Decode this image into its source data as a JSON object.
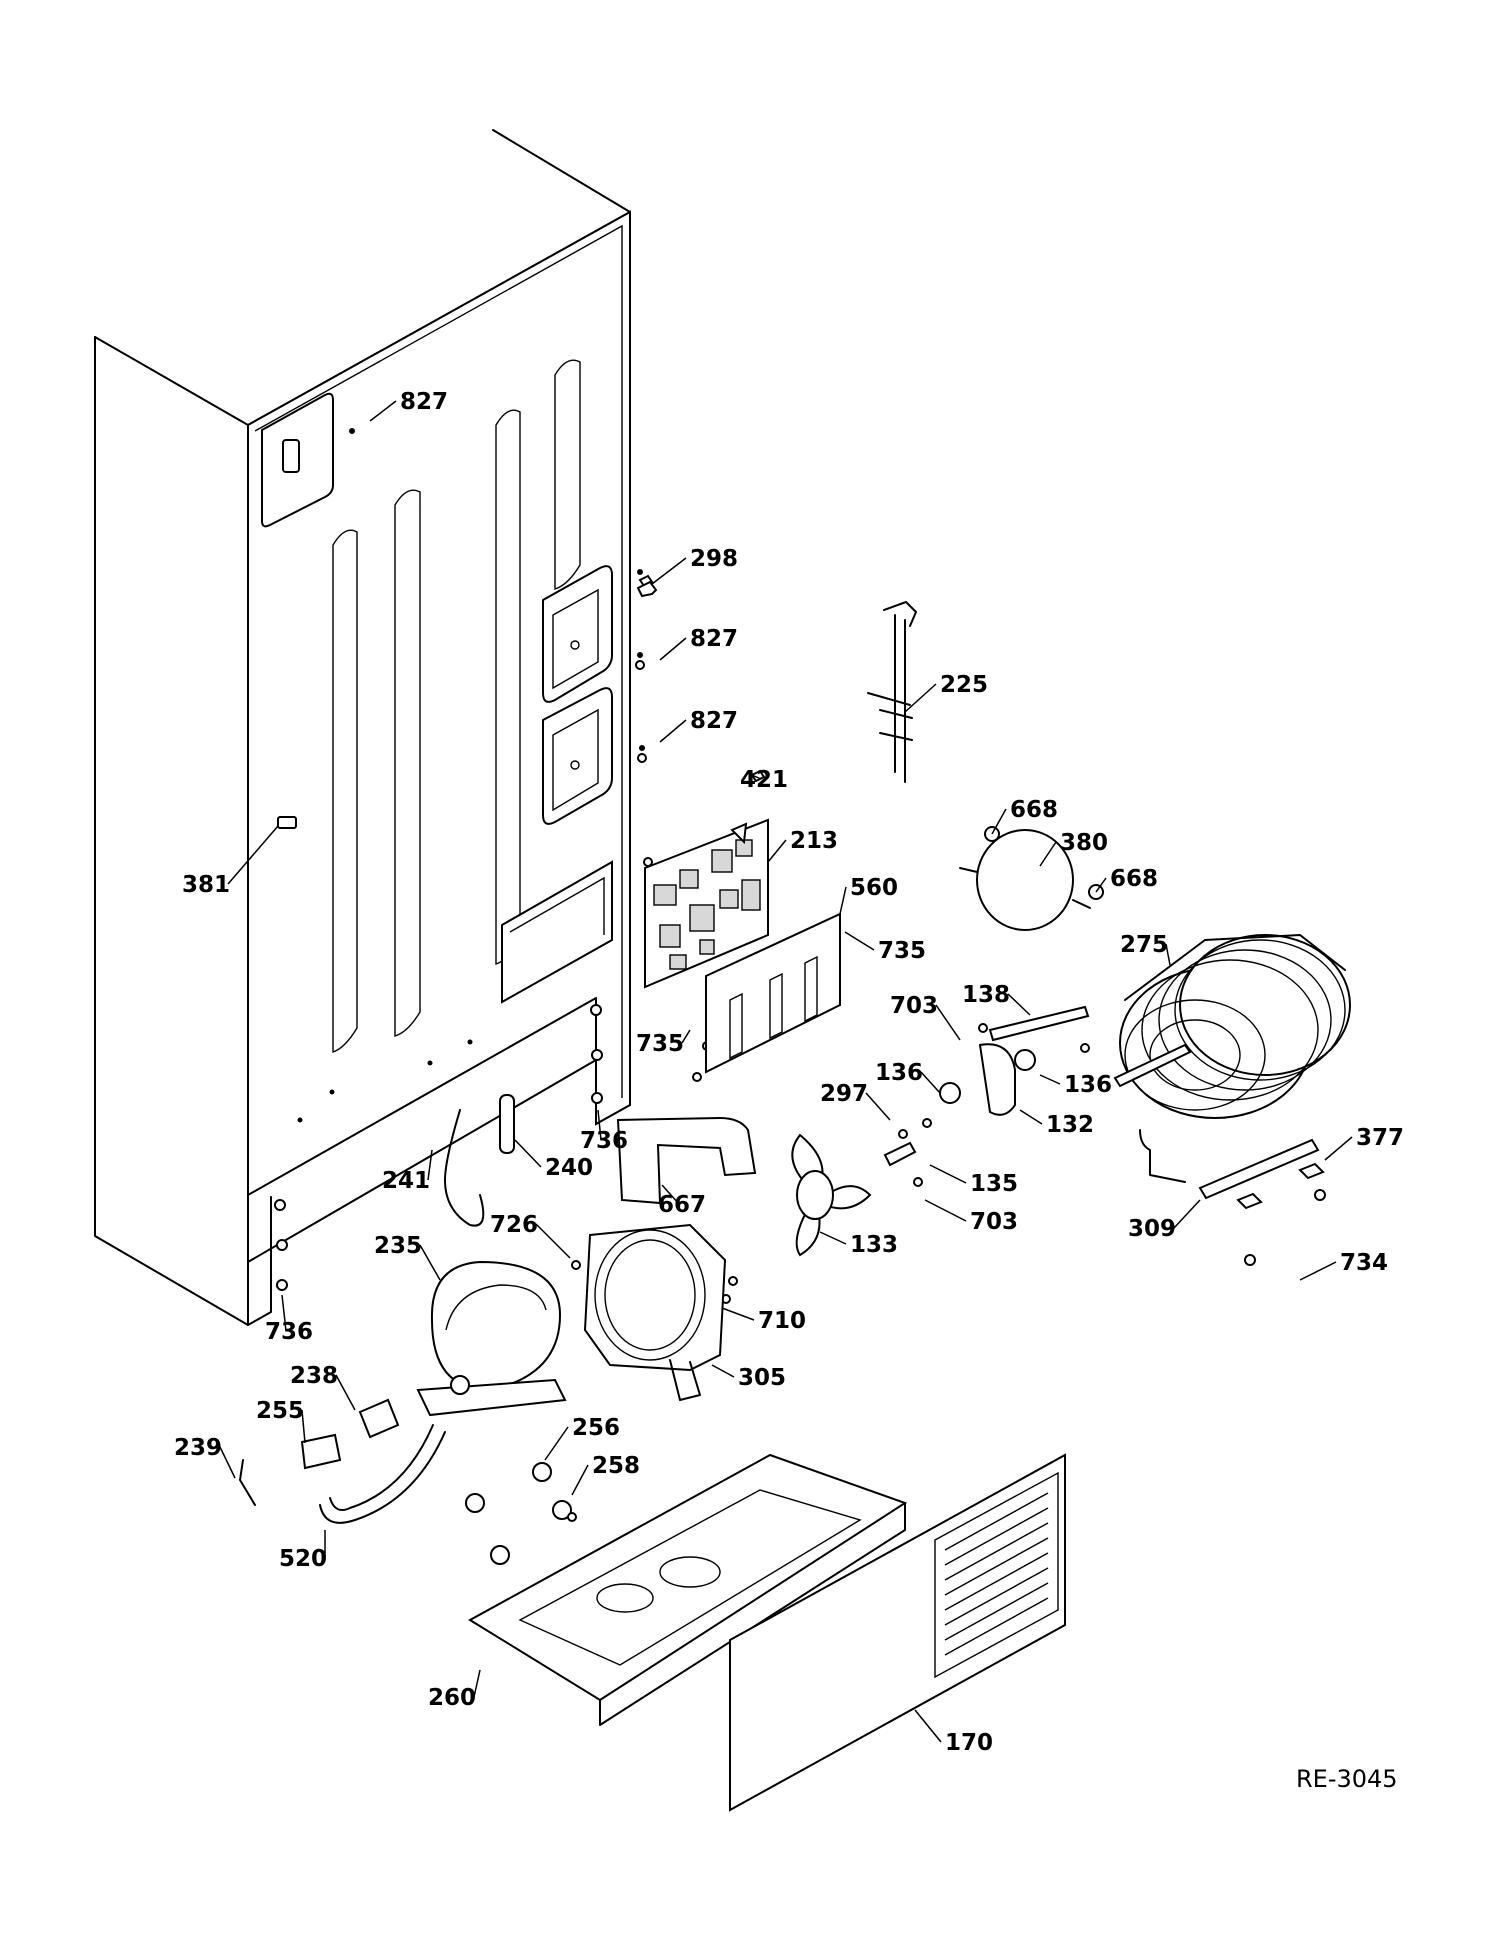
{
  "drawing_code": "RE-3045",
  "callouts": [
    "827",
    "298",
    "827",
    "827",
    "225",
    "421",
    "213",
    "560",
    "668",
    "380",
    "668",
    "275",
    "381",
    "735",
    "735",
    "138",
    "703",
    "136",
    "136",
    "297",
    "132",
    "736",
    "241",
    "240",
    "667",
    "135",
    "703",
    "377",
    "309",
    "734",
    "726",
    "235",
    "133",
    "710",
    "736",
    "305",
    "238",
    "256",
    "255",
    "258",
    "239",
    "520",
    "260",
    "170"
  ]
}
